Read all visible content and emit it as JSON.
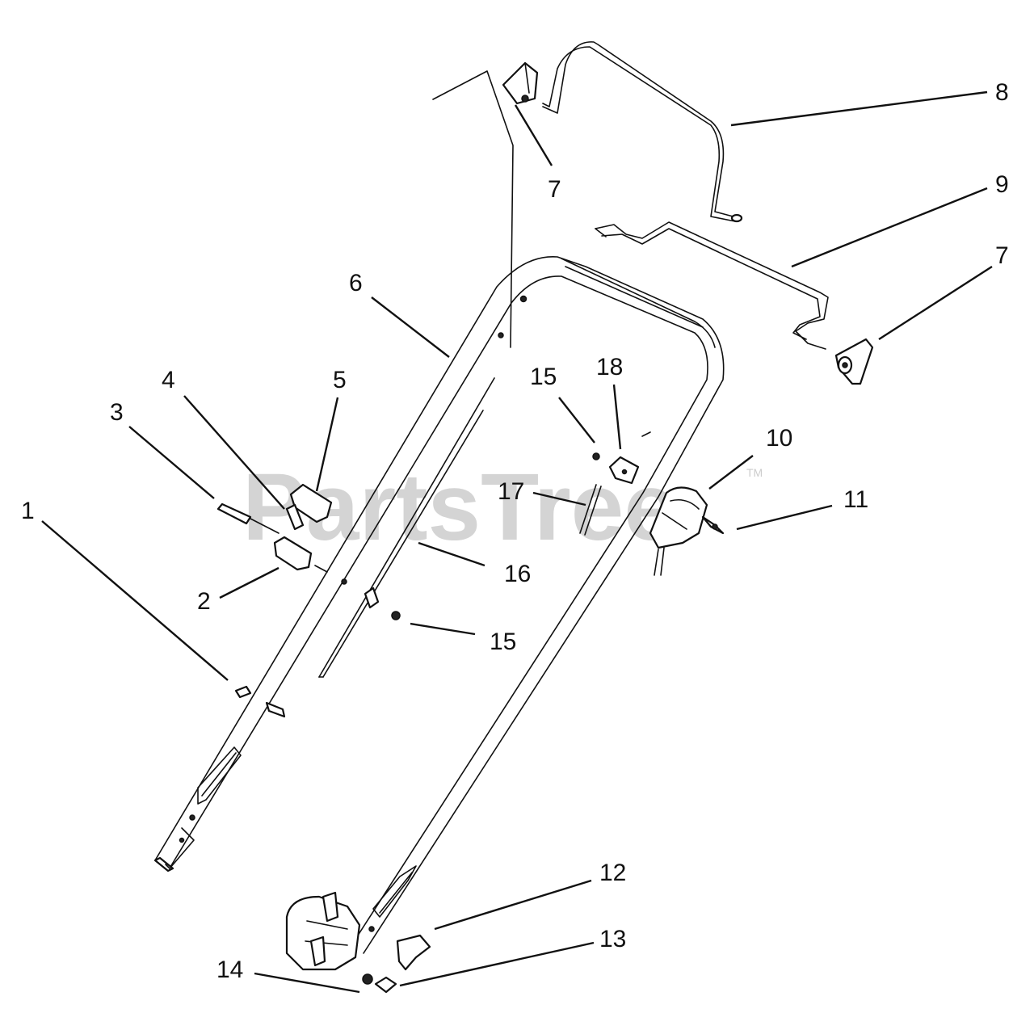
{
  "watermark": {
    "text": "PartsTree",
    "tm": "TM"
  },
  "callouts": {
    "c1": "1",
    "c2": "2",
    "c3": "3",
    "c4": "4",
    "c5": "5",
    "c6": "6",
    "c7a": "7",
    "c7b": "7",
    "c8": "8",
    "c9": "9",
    "c10": "10",
    "c11": "11",
    "c12": "12",
    "c13": "13",
    "c14": "14",
    "c15a": "15",
    "c15b": "15",
    "c16": "16",
    "c17": "17",
    "c18": "18"
  }
}
